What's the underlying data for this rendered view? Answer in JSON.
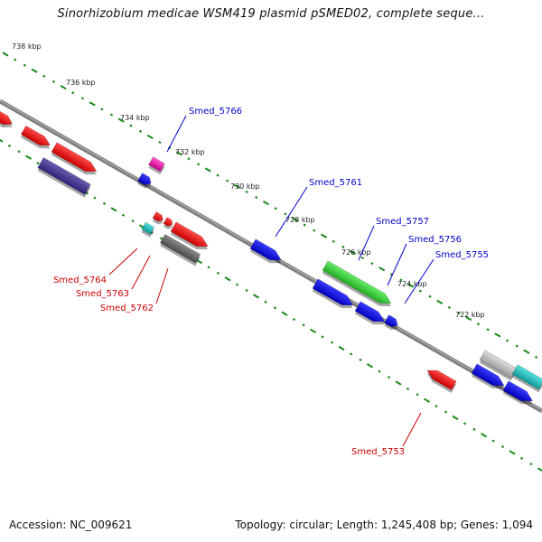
{
  "title": "Sinorhizobium medicae WSM419 plasmid pSMED02, complete seque...",
  "footer": {
    "accession": "Accession: NC_009621",
    "summary": "Topology: circular; Length: 1,245,408 bp; Genes: 1,094"
  },
  "colors": {
    "backbone": "#808080",
    "tick": "#1a8a1a",
    "forward_label": "#0000cc",
    "reverse_label": "#cc0000"
  },
  "kbp_ticks": [
    "738 kbp",
    "736 kbp",
    "734 kbp",
    "732 kbp",
    "730 kbp",
    "728 kbp",
    "726 kbp",
    "724 kbp",
    "722 kbp"
  ],
  "gene_labels": [
    {
      "name": "Smed_5766",
      "strand": "forward"
    },
    {
      "name": "Smed_5761",
      "strand": "forward"
    },
    {
      "name": "Smed_5757",
      "strand": "forward"
    },
    {
      "name": "Smed_5756",
      "strand": "forward"
    },
    {
      "name": "Smed_5755",
      "strand": "forward"
    },
    {
      "name": "Smed_5764",
      "strand": "reverse"
    },
    {
      "name": "Smed_5763",
      "strand": "reverse"
    },
    {
      "name": "Smed_5762",
      "strand": "reverse"
    },
    {
      "name": "Smed_5753",
      "strand": "reverse"
    }
  ]
}
